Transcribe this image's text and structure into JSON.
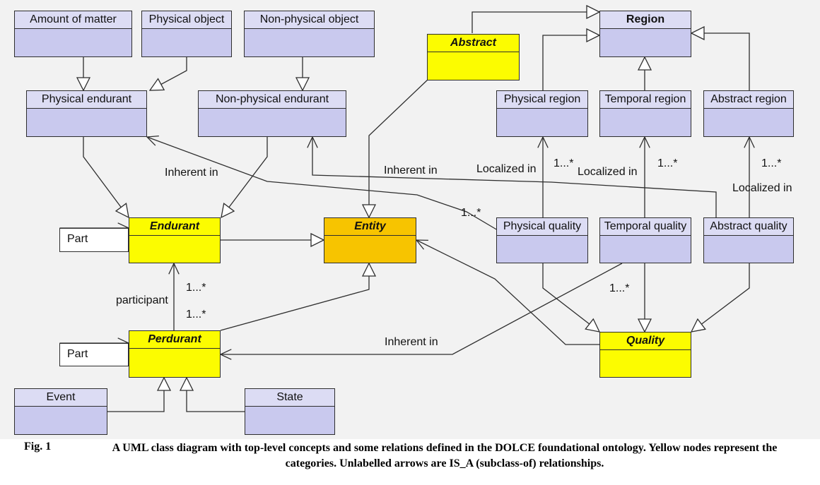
{
  "classes": {
    "amount_of_matter": "Amount of matter",
    "physical_object": "Physical object",
    "non_physical_object": "Non-physical object",
    "physical_endurant": "Physical endurant",
    "non_physical_endurant": "Non-physical endurant",
    "abstract": "Abstract",
    "region": "Region",
    "physical_region": "Physical region",
    "temporal_region": "Temporal region",
    "abstract_region": "Abstract region",
    "endurant": "Endurant",
    "entity": "Entity",
    "physical_quality": "Physical quality",
    "temporal_quality": "Temporal quality",
    "abstract_quality": "Abstract quality",
    "perdurant": "Perdurant",
    "quality": "Quality",
    "event": "Event",
    "state": "State"
  },
  "self_loops": {
    "endurant_part": "Part",
    "perdurant_part": "Part"
  },
  "relation_labels": {
    "inherent_in_1": "Inherent in",
    "inherent_in_2": "Inherent in",
    "inherent_in_3": "Inherent in",
    "localized_in_1": "Localized in",
    "localized_in_2": "Localized in",
    "localized_in_3": "Localized in",
    "participant": "participant"
  },
  "multiplicities": {
    "m1": "1...*",
    "m2": "1...*",
    "m3": "1...*",
    "m4": "1...*",
    "m5": "1...*",
    "m6": "1...*",
    "m7": "1...*"
  },
  "caption": {
    "figure_number": "Fig. 1",
    "text": "A UML class diagram with top-level concepts and some relations defined in the DOLCE foundational ontology. Yellow nodes represent the categories. Unlabelled arrows are IS_A (subclass-of) relationships."
  },
  "colors": {
    "background": "#f2f2f2",
    "class_fill": "#c9c9ee",
    "class_header": "#dcdcf4",
    "category_fill": "#fcfc00",
    "entity_fill": "#f7c400",
    "line": "#2e2e2e"
  }
}
